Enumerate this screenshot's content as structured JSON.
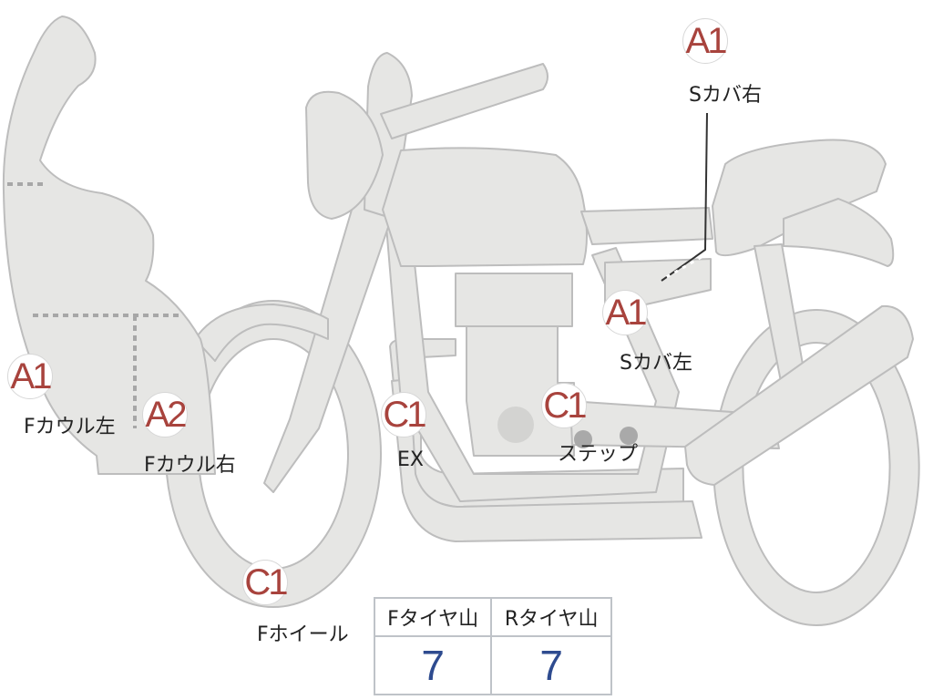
{
  "markers": [
    {
      "code": "A1",
      "label": "Sカバ右"
    },
    {
      "code": "A1",
      "label": "Sカバ左"
    },
    {
      "code": "A1",
      "label": "Fカウル左"
    },
    {
      "code": "A2",
      "label": "Fカウル右"
    },
    {
      "code": "C1",
      "label": "EX"
    },
    {
      "code": "C1",
      "label": "ステップ"
    },
    {
      "code": "C1",
      "label": "Fホイール"
    }
  ],
  "tire_table": {
    "headers": [
      "Fタイヤ山",
      "Rタイヤ山"
    ],
    "values": [
      "7",
      "7"
    ]
  }
}
